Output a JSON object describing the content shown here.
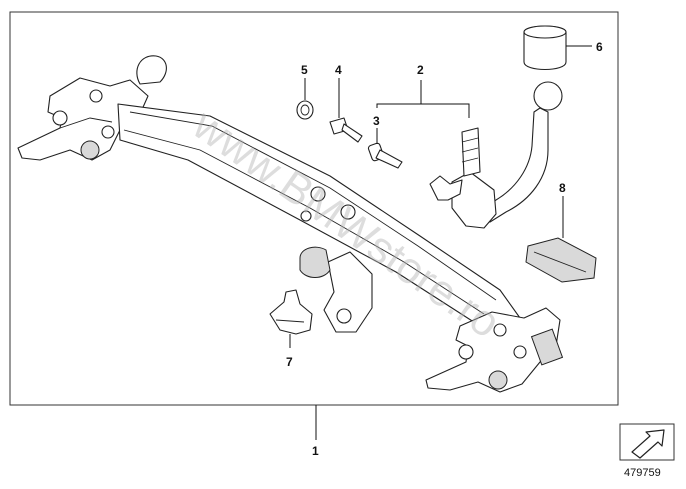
{
  "diagram": {
    "callouts": [
      "1",
      "2",
      "3",
      "4",
      "5",
      "6",
      "7",
      "8"
    ],
    "watermark": "www.BMWstore.ro",
    "reference_number": "479759"
  },
  "colors": {
    "line": "#222222",
    "frame": "#333333",
    "watermark": "#b4b4b4"
  }
}
